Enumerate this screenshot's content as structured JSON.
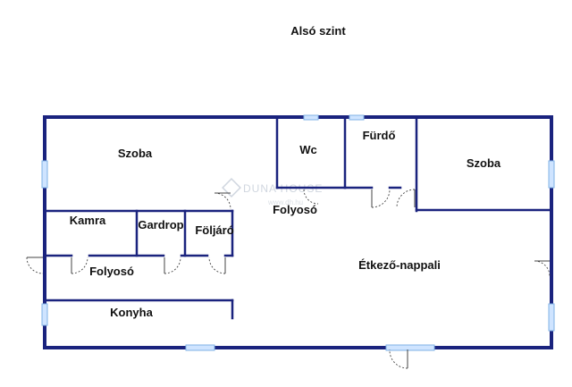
{
  "title": "Alsó szint",
  "rooms": {
    "szoba_left": "Szoba",
    "wc": "Wc",
    "furdo": "Fürdő",
    "szoba_right": "Szoba",
    "kamra": "Kamra",
    "gardrop": "Gardrop",
    "foljaro": "Följáró",
    "folyoso_upper": "Folyosó",
    "folyoso_lower": "Folyosó",
    "etkezo": "Étkező-nappali",
    "konyha": "Konyha"
  },
  "watermark": {
    "brand": "DUNA HOUSE",
    "url": "www.dh.hu"
  },
  "colors": {
    "wall": "#1a237e",
    "window": "#cfe4ff",
    "door": "#444444"
  }
}
